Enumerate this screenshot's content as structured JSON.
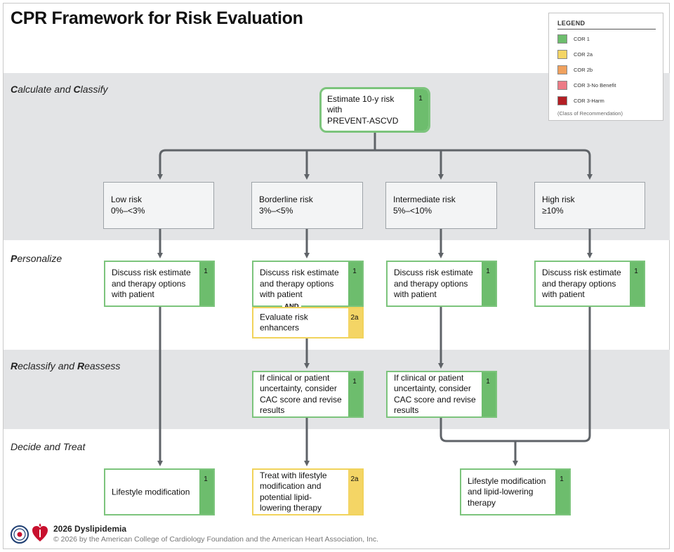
{
  "title": "CPR Framework for Risk Evaluation",
  "sections": {
    "calculate": {
      "first_c": "C",
      "mid": "alculate and ",
      "second_c": "C",
      "rest": "lassify"
    },
    "personalize": {
      "first": "P",
      "rest": "ersonalize"
    },
    "reclassify": {
      "first": "R",
      "mid": "eclassify and ",
      "second": "R",
      "rest": "eassess"
    },
    "decide": {
      "label": "Decide and Treat"
    }
  },
  "start_box": {
    "line1": "Estimate 10-y risk with",
    "line2": "PREVENT-ASCVD",
    "cor": "1"
  },
  "risk_levels": [
    {
      "name": "Low risk",
      "range": "0%–<3%"
    },
    {
      "name": "Borderline risk",
      "range": "3%–<5%"
    },
    {
      "name": "Intermediate risk",
      "range": "5%–<10%"
    },
    {
      "name": "High risk",
      "range": "≥10%"
    }
  ],
  "discuss": {
    "text": "Discuss risk estimate and therapy options with patient",
    "cor": "1"
  },
  "and_label": "AND",
  "enhancers": {
    "text": "Evaluate risk enhancers",
    "cor": "2a"
  },
  "cac": {
    "text": "If clinical or patient uncertainty, consider CAC score and revise results",
    "cor": "1"
  },
  "treat": {
    "lifestyle": {
      "text": "Lifestyle modification",
      "cor": "1"
    },
    "borderline": {
      "text": "Treat with lifestyle modification and potential lipid-lowering therapy",
      "cor": "2a"
    },
    "combined": {
      "text": "Lifestyle modification and lipid-lowering therapy",
      "cor": "1"
    }
  },
  "legend": {
    "title": "LEGEND",
    "items": [
      {
        "label": "COR 1",
        "color": "#6dbd6d"
      },
      {
        "label": "COR 2a",
        "color": "#f4d565"
      },
      {
        "label": "COR 2b",
        "color": "#f0a15e"
      },
      {
        "label": "COR 3-No Benefit",
        "color": "#ec7b86"
      },
      {
        "label": "COR 3-Harm",
        "color": "#b31f24"
      }
    ],
    "note": "(Class of Recommendation)"
  },
  "footer": {
    "title": "2026 Dyslipidemia",
    "copyright": "© 2026 by the American College of Cardiology Foundation and the American Heart Association, Inc."
  },
  "colors": {
    "band": "#e3e4e6",
    "connector": "#5f6368",
    "cor1": "#6dbd6d",
    "cor2a": "#f4d565"
  }
}
